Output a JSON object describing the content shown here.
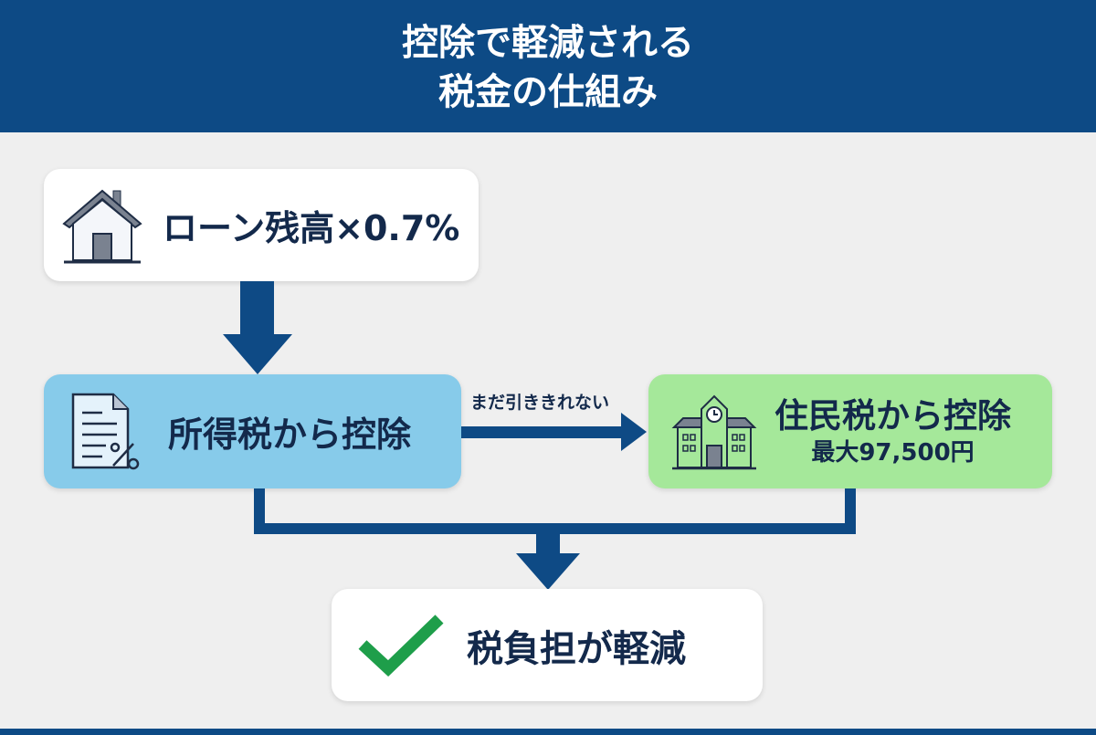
{
  "header": {
    "title_line1": "控除で軽減される",
    "title_line2": "税金の仕組み"
  },
  "nodes": {
    "loan": {
      "label": "ローン残高×0.7%",
      "icon": "house-icon"
    },
    "income_tax": {
      "label": "所得税から控除",
      "icon": "document-percent-icon"
    },
    "resident_tax": {
      "label": "住民税から控除",
      "sub": "最大97,500円",
      "icon": "building-clock-icon"
    },
    "result": {
      "label": "税負担が軽減",
      "icon": "checkmark-icon"
    }
  },
  "edges": {
    "income_to_resident_label": "まだ引ききれない"
  },
  "colors": {
    "header": "#0d4a85",
    "arrow": "#0e4a85",
    "income_box": "#87cbea",
    "resident_box": "#a5e89a",
    "check": "#1e9e4a",
    "background": "#efefef"
  }
}
